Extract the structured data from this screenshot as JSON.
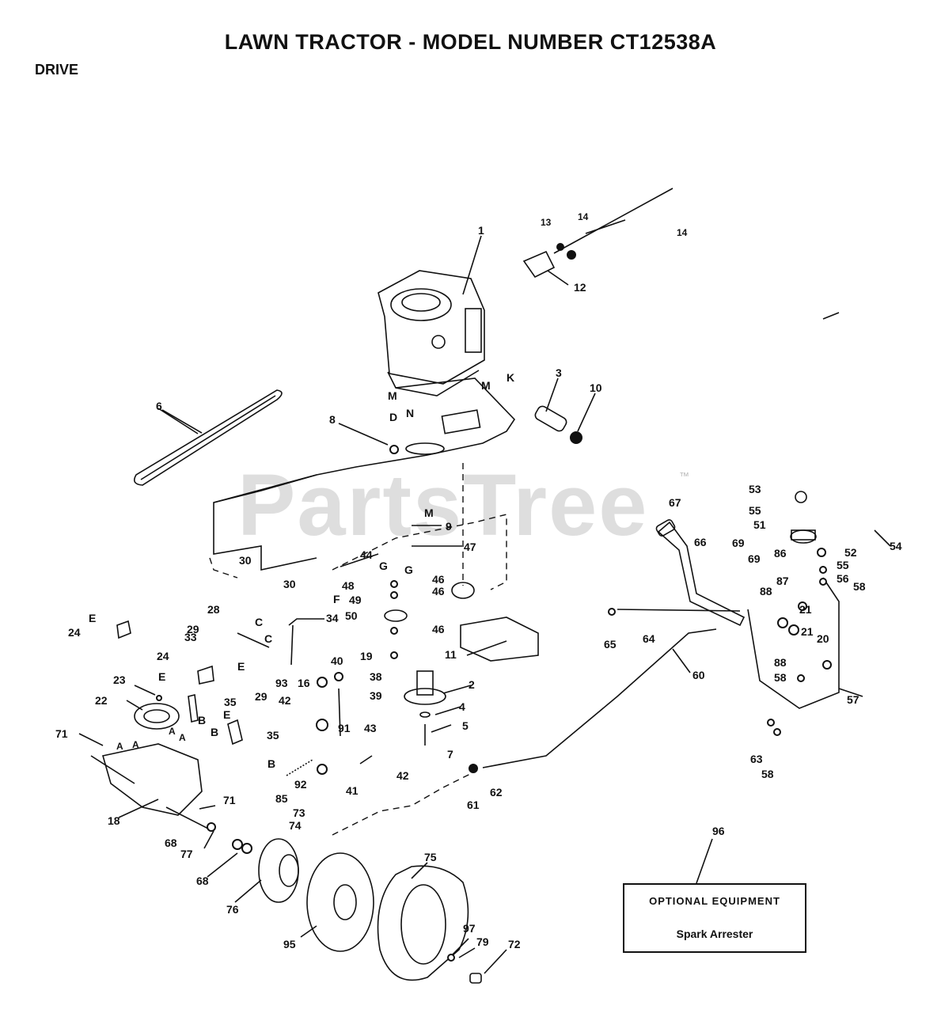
{
  "title": "LAWN TRACTOR - MODEL NUMBER CT12538A",
  "section": "DRIVE",
  "watermark": "PartsTree",
  "watermark_tm": "™",
  "optional_box": {
    "heading": "OPTIONAL EQUIPMENT",
    "item": "Spark Arrester",
    "ref": "96"
  },
  "callouts": {
    "c1": "1",
    "c2": "2",
    "c3": "3",
    "c4": "4",
    "c5": "5",
    "c6": "6",
    "c7": "7",
    "c8": "8",
    "c9": "9",
    "c10": "10",
    "c11": "11",
    "c12": "12",
    "c13": "13",
    "c14a": "14",
    "c14b": "14",
    "c16": "16",
    "c18": "18",
    "c19": "19",
    "c20": "20",
    "c21a": "21",
    "c21b": "21",
    "c22": "22",
    "c23": "23",
    "c24a": "24",
    "c24b": "24",
    "c28": "28",
    "c29a": "29",
    "c29b": "29",
    "c30a": "30",
    "c30b": "30",
    "c33": "33",
    "c34": "34",
    "c35a": "35",
    "c35b": "35",
    "c38": "38",
    "c39": "39",
    "c40": "40",
    "c41": "41",
    "c42a": "42",
    "c42b": "42",
    "c43": "43",
    "c44": "44",
    "c46a": "46",
    "c46b": "46",
    "c46c": "46",
    "c47": "47",
    "c48": "48",
    "c49": "49",
    "c50": "50",
    "c51": "51",
    "c52": "52",
    "c53": "53",
    "c54": "54",
    "c55a": "55",
    "c55b": "55",
    "c56": "56",
    "c57": "57",
    "c58a": "58",
    "c58b": "58",
    "c58c": "58",
    "c60": "60",
    "c61": "61",
    "c62": "62",
    "c63": "63",
    "c64": "64",
    "c65": "65",
    "c66": "66",
    "c67": "67",
    "c68a": "68",
    "c68b": "68",
    "c69a": "69",
    "c69b": "69",
    "c71a": "71",
    "c71b": "71",
    "c72": "72",
    "c73": "73",
    "c74": "74",
    "c75": "75",
    "c76": "76",
    "c77": "77",
    "c79": "79",
    "c85": "85",
    "c86": "86",
    "c87": "87",
    "c88a": "88",
    "c88b": "88",
    "c91": "91",
    "c92": "92",
    "c93": "93",
    "c95": "95",
    "c97": "97"
  },
  "letters": {
    "M1": "M",
    "M2": "M",
    "M3": "M",
    "N": "N",
    "K": "K",
    "D": "D",
    "F": "F",
    "G1": "G",
    "G2": "G",
    "C1": "C",
    "C2": "C",
    "E1": "E",
    "E2": "E",
    "E3": "E",
    "E4": "E",
    "B1": "B",
    "B2": "B",
    "B3": "B",
    "A1": "A",
    "A2": "A",
    "A3": "A",
    "A4": "A"
  }
}
